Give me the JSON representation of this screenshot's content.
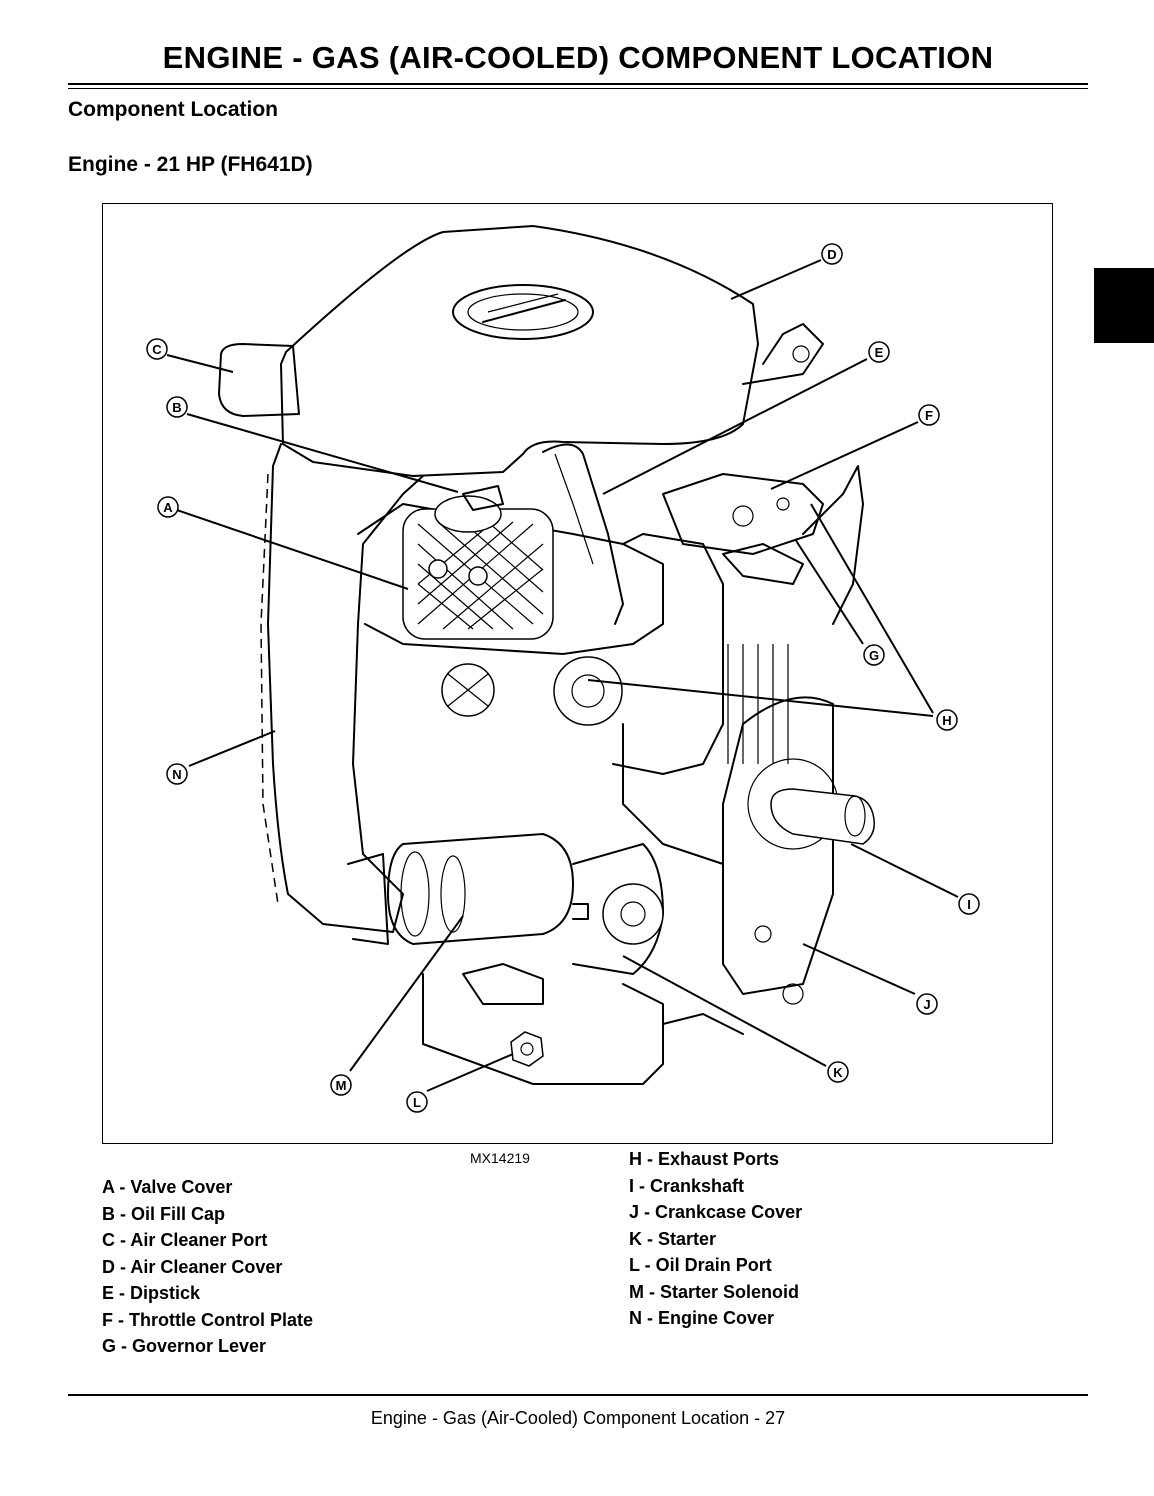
{
  "page": {
    "title": "ENGINE - GAS (AIR-COOLED)   COMPONENT LOCATION",
    "section_heading": "Component Location",
    "subheading": "Engine - 21 HP (FH641D)",
    "footer": "Engine - Gas (Air-Cooled)   Component Location  - 27"
  },
  "figure": {
    "id": "MX14219",
    "callouts": [
      "A",
      "B",
      "C",
      "D",
      "E",
      "F",
      "G",
      "H",
      "H",
      "I",
      "J",
      "K",
      "L",
      "M",
      "N"
    ]
  },
  "legend": {
    "left": [
      {
        "key": "A",
        "label": "Valve Cover"
      },
      {
        "key": "B",
        "label": "Oil Fill Cap"
      },
      {
        "key": "C",
        "label": "Air Cleaner Port"
      },
      {
        "key": "D",
        "label": "Air Cleaner Cover"
      },
      {
        "key": "E",
        "label": "Dipstick"
      },
      {
        "key": "F",
        "label": "Throttle Control Plate"
      },
      {
        "key": "G",
        "label": "Governor Lever"
      }
    ],
    "right": [
      {
        "key": "H",
        "label": "Exhaust Ports"
      },
      {
        "key": "I",
        "label": "Crankshaft"
      },
      {
        "key": "J",
        "label": "Crankcase Cover"
      },
      {
        "key": "K",
        "label": "Starter"
      },
      {
        "key": "L",
        "label": "Oil Drain Port"
      },
      {
        "key": "M",
        "label": "Starter Solenoid"
      },
      {
        "key": "N",
        "label": "Engine Cover"
      }
    ]
  }
}
